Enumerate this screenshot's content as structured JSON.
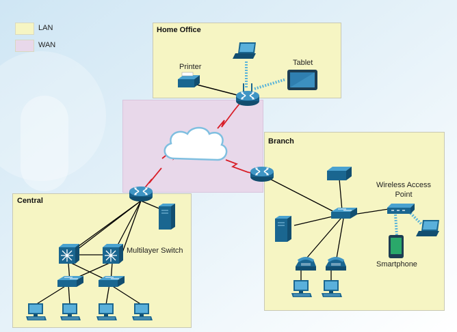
{
  "legend": {
    "lan": {
      "label": "LAN",
      "color": "#f6f5c3"
    },
    "wan": {
      "label": "WAN",
      "color": "#e8d8ea"
    }
  },
  "zones": {
    "home_office": {
      "title": "Home Office"
    },
    "branch": {
      "title": "Branch"
    },
    "central": {
      "title": "Central"
    }
  },
  "labels": {
    "printer": "Printer",
    "tablet": "Tablet",
    "wireless_ap_line1": "Wireless Access",
    "wireless_ap_line2": "Point",
    "smartphone": "Smartphone",
    "multilayer_switch": "Multilayer Switch"
  },
  "colors": {
    "device_blue": "#1f6f9a",
    "serial_red": "#d81e28",
    "wireless_dash": "#5bb4d8",
    "zone_border": "#c8c8b4"
  }
}
